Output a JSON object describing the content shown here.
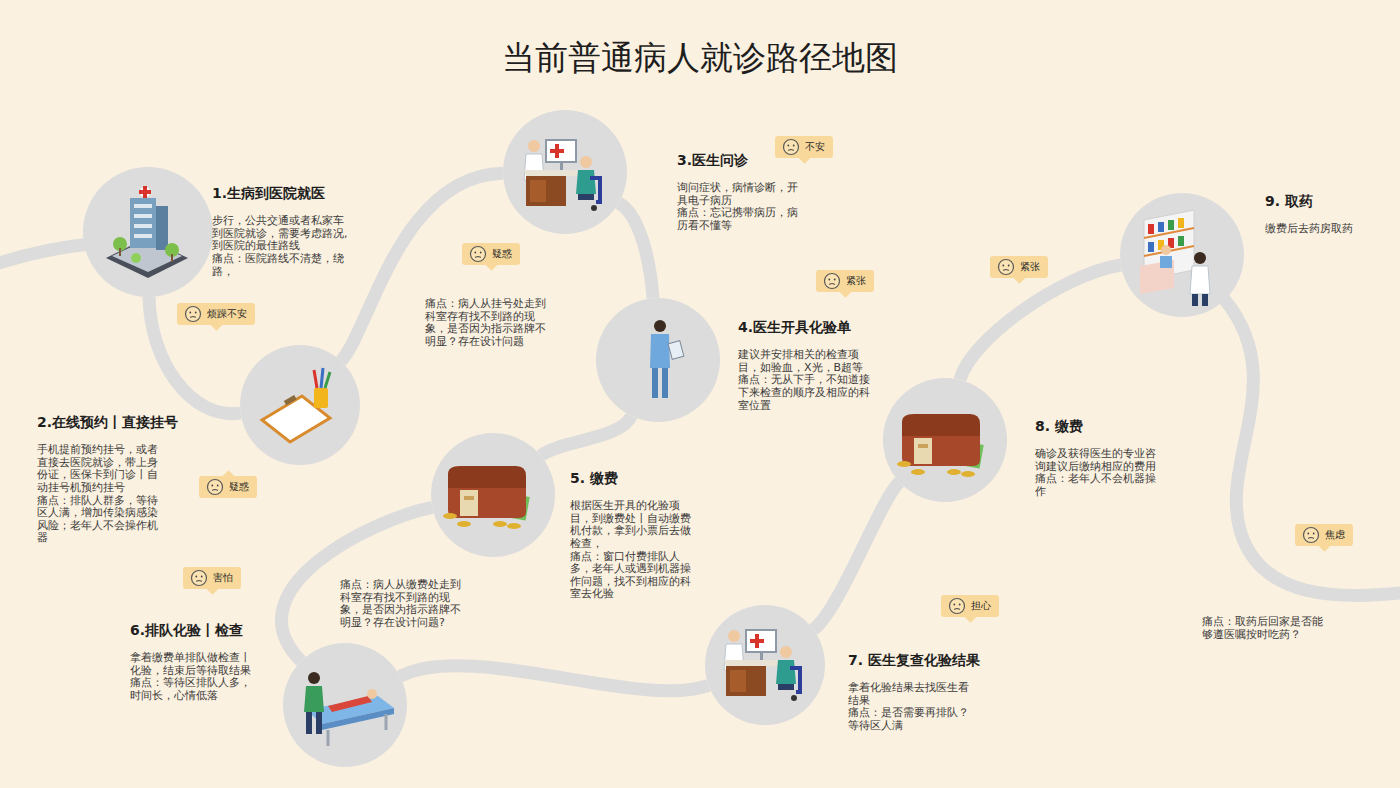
{
  "diagram": {
    "title": "当前普通病人就诊路径地图",
    "nodes": [
      {
        "text": [
          "1.生病到医院就医",
          "步行，公共交通或者私家车到医院就诊，需要考虑路况,到医院的最佳路线",
          "痛点：医院路线不清楚，绕路，"
        ]
      },
      {
        "text": [
          "烦躁不安"
        ]
      },
      {
        "text": [
          "2.在线预约丨直接挂号",
          "手机提前预约挂号，或者直接去医院就诊，带上身份证，医保卡到门诊丨自动挂号机预约挂号",
          "痛点：排队人群多，等待区人满，增加传染病感染风险；老年人不会操作机器"
        ]
      },
      {
        "text": [
          "疑惑"
        ]
      },
      {
        "text": [
          "疑惑"
        ]
      },
      {
        "text": [
          "3.医生问诊",
          "询问症状，病情诊断，开具电子病历",
          "痛点：忘记携带病历，病历看不懂等"
        ]
      },
      {
        "text": [
          "不安"
        ]
      },
      {
        "text": [
          "4.医生开具化验单",
          "建议并安排相关的检查项目，如验血，X光，B超等",
          "痛点：无从下手，不知道接下来检查的顺序及相应的科室位置"
        ]
      },
      {
        "text": [
          "紧张"
        ]
      },
      {
        "text": [
          "5. 缴费",
          "根据医生开具的化验项目，到缴费处丨自动缴费机付款，拿到小票后去做检查，",
          "痛点：窗口付费排队人多，老年人或遇到机器操作问题，找不到相应的科室去化验"
        ]
      },
      {
        "text": [
          "6.排队化验丨检查",
          "拿着缴费单排队做检查丨化验，结束后等待取结果",
          "痛点：等待区排队人多，时间长，心情低落"
        ]
      },
      {
        "text": [
          "害怕"
        ]
      },
      {
        "text": [
          "7. 医生复查化验结果",
          "拿着化验结果去找医生看结果",
          "痛点：是否需要再排队？等待区人满"
        ]
      },
      {
        "text": [
          "担心"
        ]
      },
      {
        "text": [
          "8. 缴费",
          "确诊及获得医生的专业咨询建议后缴纳相应的费用",
          "痛点：老年人不会机器操作"
        ]
      },
      {
        "text": [
          "紧张"
        ]
      },
      {
        "text": [
          "9. 取药",
          "缴费后去药房取药"
        ]
      },
      {
        "text": [
          "焦虑"
        ]
      }
    ],
    "edges": [
      {
        "from": 0,
        "to": 2,
        "arrow": "none"
      },
      {
        "from": 2,
        "to": 5,
        "arrow": "none"
      },
      {
        "from": 5,
        "to": 7,
        "arrow": "none"
      },
      {
        "from": 7,
        "to": 9,
        "arrow": "none"
      },
      {
        "from": 9,
        "to": 10,
        "arrow": "none"
      },
      {
        "from": 10,
        "to": 12,
        "arrow": "none"
      },
      {
        "from": 12,
        "to": 14,
        "arrow": "none"
      },
      {
        "from": 14,
        "to": 16,
        "arrow": "none"
      }
    ],
    "labels": [
      "痛点：病人从挂号处走到科室存有找不到路的现象，是否因为指示路牌不明显？存在设计问题",
      "痛点：病人从缴费处走到科室存有找不到路的现象，是否因为指示路牌不明显？存在设计问题?",
      "痛点：取药后回家是否能够遵医嘱按时吃药？"
    ]
  }
}
